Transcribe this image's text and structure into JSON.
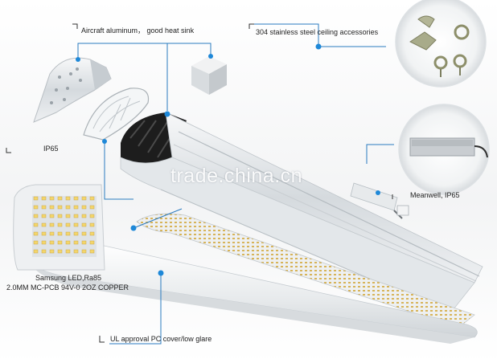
{
  "callouts": {
    "heat_sink": "Aircraft aluminum， good heat sink",
    "ceiling": "304 stainless steel ceiling accessories",
    "ip_rating": "IP65",
    "driver": "Meanwell, IP65",
    "led": "Samsung LED,Ra85",
    "pcb": "2.0MM  MC-PCB  94V-0  2OZ COPPER",
    "cover": "UL approval PC cover/low glare"
  },
  "watermark": "trade.china.cn",
  "colors": {
    "leader_line": "#2a7bc0",
    "dot": "#1e88d8",
    "aluminum": "#dfe3e6",
    "heatsink_dark": "#1d1d1d",
    "led_board": "#e9ecee"
  }
}
